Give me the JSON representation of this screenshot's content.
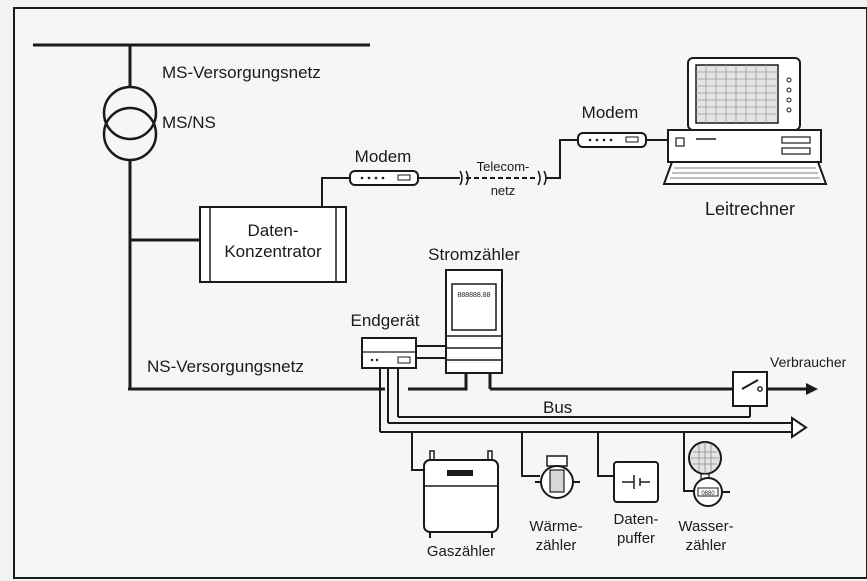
{
  "labels": {
    "ms_net": "MS-Versorgungsnetz",
    "ms_ns": "MS/NS",
    "concentrator_line1": "Daten-",
    "concentrator_line2": "Konzentrator",
    "modem_left": "Modem",
    "modem_right": "Modem",
    "telecom_line1": "Telecom-",
    "telecom_line2": "netz",
    "leitrechner": "Leitrechner",
    "stromzaehler": "Stromzähler",
    "meter_display": "888888.88",
    "endgeraet": "Endgerät",
    "ns_net": "NS-Versorgungsnetz",
    "verbraucher": "Verbraucher",
    "bus": "Bus",
    "gaszaehler": "Gaszähler",
    "waerme_line1": "Wärme-",
    "waerme_line2": "zähler",
    "daten_line1": "Daten-",
    "daten_line2": "puffer",
    "wasser_line1": "Wasser-",
    "wasser_line2": "zähler",
    "water_display": "0880"
  },
  "colors": {
    "line": "#1a1a1a",
    "background": "#f1f2f1",
    "box_fill": "#ffffff"
  }
}
